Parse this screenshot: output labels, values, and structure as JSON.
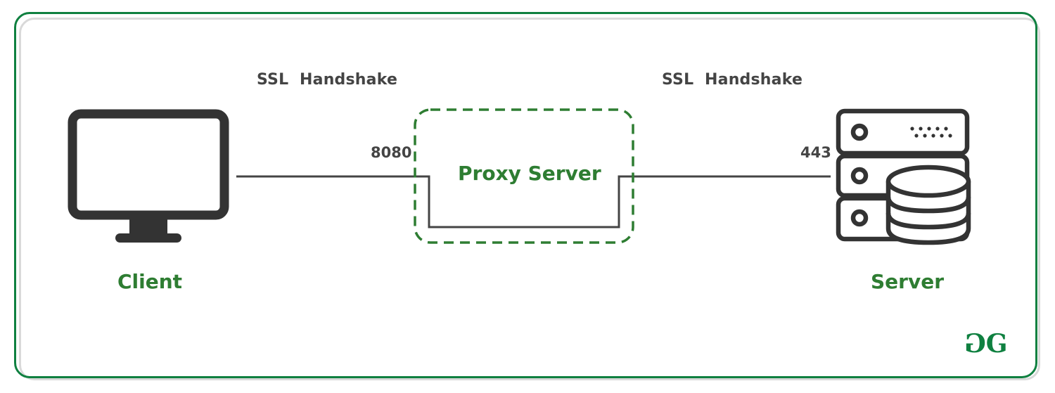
{
  "diagram": {
    "title": "Proxy Server SSL Handshake",
    "nodes": {
      "client": {
        "label": "Client",
        "icon": "monitor-icon"
      },
      "proxy": {
        "label": "Proxy Server",
        "icon": "dashed-box"
      },
      "server": {
        "label": "Server",
        "icon": "server-database-icon"
      }
    },
    "edges": [
      {
        "from": "client",
        "to": "proxy",
        "label": "SSL  Handshake",
        "port": "8080"
      },
      {
        "from": "proxy",
        "to": "server",
        "label": "SSL  Handshake",
        "port": "443"
      }
    ],
    "logo": {
      "text": "GG",
      "icon": "gfg-logo-icon"
    },
    "colors": {
      "frame": "#0f8040",
      "accent": "#2e7d32",
      "ink": "#333333",
      "label": "#444444"
    }
  }
}
